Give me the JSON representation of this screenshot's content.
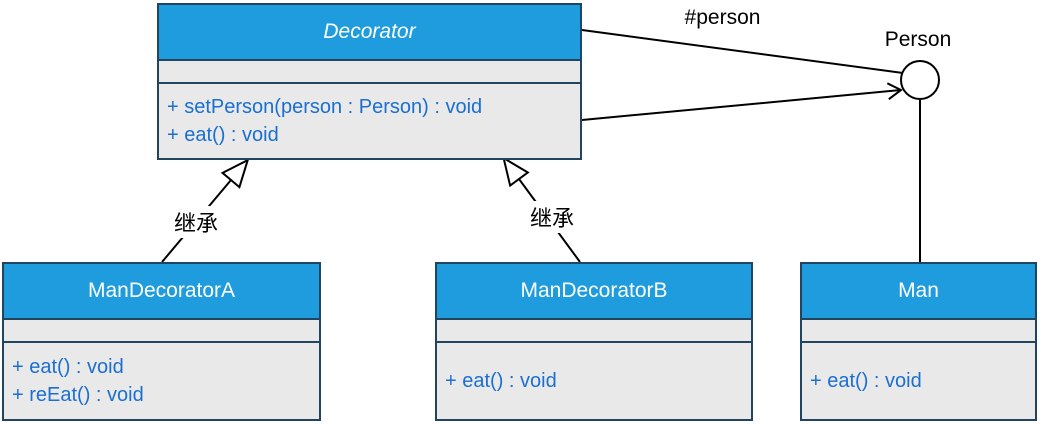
{
  "classes": {
    "decorator": {
      "name": "Decorator",
      "abstract": true,
      "methods": [
        "+ setPerson(person : Person) : void",
        "+ eat() : void"
      ]
    },
    "man_decorator_a": {
      "name": "ManDecoratorA",
      "methods": [
        "+ eat() : void",
        "+ reEat() : void"
      ]
    },
    "man_decorator_b": {
      "name": "ManDecoratorB",
      "methods": [
        "+ eat() : void"
      ]
    },
    "man": {
      "name": "Man",
      "methods": [
        "+ eat() : void"
      ]
    }
  },
  "labels": {
    "association": "#person",
    "interface_lollipop": "Person",
    "inheritance_left": "继承",
    "inheritance_right": "继承"
  },
  "colors": {
    "class_header_fill": "#1E9CDE",
    "class_border": "#21455E",
    "section_fill": "#E9E9E9",
    "method_text": "#1A6FD0",
    "class_title_text": "#FFFFFF",
    "connector": "#000000",
    "label_text": "#000000"
  }
}
